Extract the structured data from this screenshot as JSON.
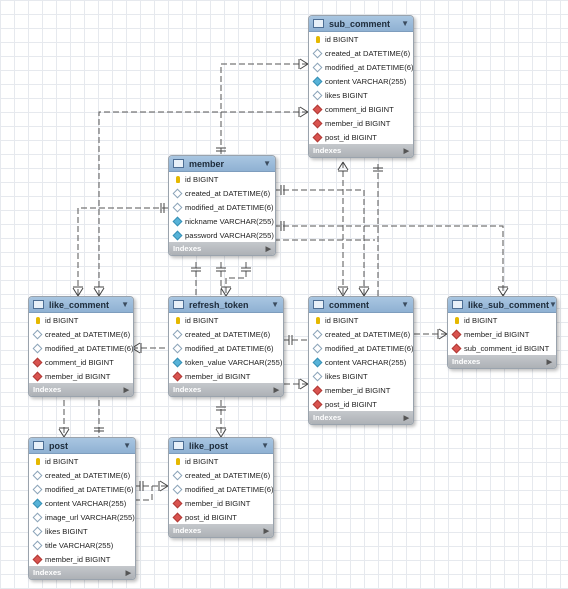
{
  "tables": {
    "sub_comment": {
      "name": "sub_comment",
      "columns": [
        {
          "kind": "pk",
          "text": "id BIGINT"
        },
        {
          "kind": "null",
          "text": "created_at DATETIME(6)"
        },
        {
          "kind": "null",
          "text": "modified_at DATETIME(6)"
        },
        {
          "kind": "nn",
          "text": "content VARCHAR(255)"
        },
        {
          "kind": "null",
          "text": "likes BIGINT"
        },
        {
          "kind": "fk",
          "text": "comment_id BIGINT"
        },
        {
          "kind": "fk",
          "text": "member_id BIGINT"
        },
        {
          "kind": "fk",
          "text": "post_id BIGINT"
        }
      ],
      "footer": "Indexes"
    },
    "member": {
      "name": "member",
      "columns": [
        {
          "kind": "pk",
          "text": "id BIGINT"
        },
        {
          "kind": "null",
          "text": "created_at DATETIME(6)"
        },
        {
          "kind": "null",
          "text": "modified_at DATETIME(6)"
        },
        {
          "kind": "nn",
          "text": "nickname VARCHAR(255)"
        },
        {
          "kind": "nn",
          "text": "password VARCHAR(255)"
        }
      ],
      "footer": "Indexes"
    },
    "like_comment": {
      "name": "like_comment",
      "columns": [
        {
          "kind": "pk",
          "text": "id BIGINT"
        },
        {
          "kind": "null",
          "text": "created_at DATETIME(6)"
        },
        {
          "kind": "null",
          "text": "modified_at DATETIME(6)"
        },
        {
          "kind": "fk",
          "text": "comment_id BIGINT"
        },
        {
          "kind": "fk",
          "text": "member_id BIGINT"
        }
      ],
      "footer": "Indexes"
    },
    "refresh_token": {
      "name": "refresh_token",
      "columns": [
        {
          "kind": "pk",
          "text": "id BIGINT"
        },
        {
          "kind": "null",
          "text": "created_at DATETIME(6)"
        },
        {
          "kind": "null",
          "text": "modified_at DATETIME(6)"
        },
        {
          "kind": "nn",
          "text": "token_value VARCHAR(255)"
        },
        {
          "kind": "fk",
          "text": "member_id BIGINT"
        }
      ],
      "footer": "Indexes"
    },
    "comment": {
      "name": "comment",
      "columns": [
        {
          "kind": "pk",
          "text": "id BIGINT"
        },
        {
          "kind": "null",
          "text": "created_at DATETIME(6)"
        },
        {
          "kind": "null",
          "text": "modified_at DATETIME(6)"
        },
        {
          "kind": "nn",
          "text": "content VARCHAR(255)"
        },
        {
          "kind": "null",
          "text": "likes BIGINT"
        },
        {
          "kind": "fk",
          "text": "member_id BIGINT"
        },
        {
          "kind": "fk",
          "text": "post_id BIGINT"
        }
      ],
      "footer": "Indexes"
    },
    "like_sub_comment": {
      "name": "like_sub_comment",
      "columns": [
        {
          "kind": "pk",
          "text": "id BIGINT"
        },
        {
          "kind": "fk",
          "text": "member_id BIGINT"
        },
        {
          "kind": "fk",
          "text": "sub_comment_id BIGINT"
        }
      ],
      "footer": "Indexes"
    },
    "post": {
      "name": "post",
      "columns": [
        {
          "kind": "pk",
          "text": "id BIGINT"
        },
        {
          "kind": "null",
          "text": "created_at DATETIME(6)"
        },
        {
          "kind": "null",
          "text": "modified_at DATETIME(6)"
        },
        {
          "kind": "nn",
          "text": "content VARCHAR(255)"
        },
        {
          "kind": "null",
          "text": "image_url VARCHAR(255)"
        },
        {
          "kind": "null",
          "text": "likes BIGINT"
        },
        {
          "kind": "null",
          "text": "title VARCHAR(255)"
        },
        {
          "kind": "fk",
          "text": "member_id BIGINT"
        }
      ],
      "footer": "Indexes"
    },
    "like_post": {
      "name": "like_post",
      "columns": [
        {
          "kind": "pk",
          "text": "id BIGINT"
        },
        {
          "kind": "null",
          "text": "created_at DATETIME(6)"
        },
        {
          "kind": "null",
          "text": "modified_at DATETIME(6)"
        },
        {
          "kind": "fk",
          "text": "member_id BIGINT"
        },
        {
          "kind": "fk",
          "text": "post_id BIGINT"
        }
      ],
      "footer": "Indexes"
    }
  },
  "relations": [
    {
      "from": "sub_comment",
      "to": "member"
    },
    {
      "from": "sub_comment",
      "to": "comment"
    },
    {
      "from": "sub_comment",
      "to": "post"
    },
    {
      "from": "comment",
      "to": "member"
    },
    {
      "from": "comment",
      "to": "post"
    },
    {
      "from": "like_comment",
      "to": "member"
    },
    {
      "from": "like_comment",
      "to": "comment"
    },
    {
      "from": "refresh_token",
      "to": "member"
    },
    {
      "from": "like_post",
      "to": "member"
    },
    {
      "from": "like_post",
      "to": "post"
    },
    {
      "from": "like_sub_comment",
      "to": "member"
    },
    {
      "from": "like_sub_comment",
      "to": "sub_comment"
    },
    {
      "from": "post",
      "to": "member"
    }
  ]
}
